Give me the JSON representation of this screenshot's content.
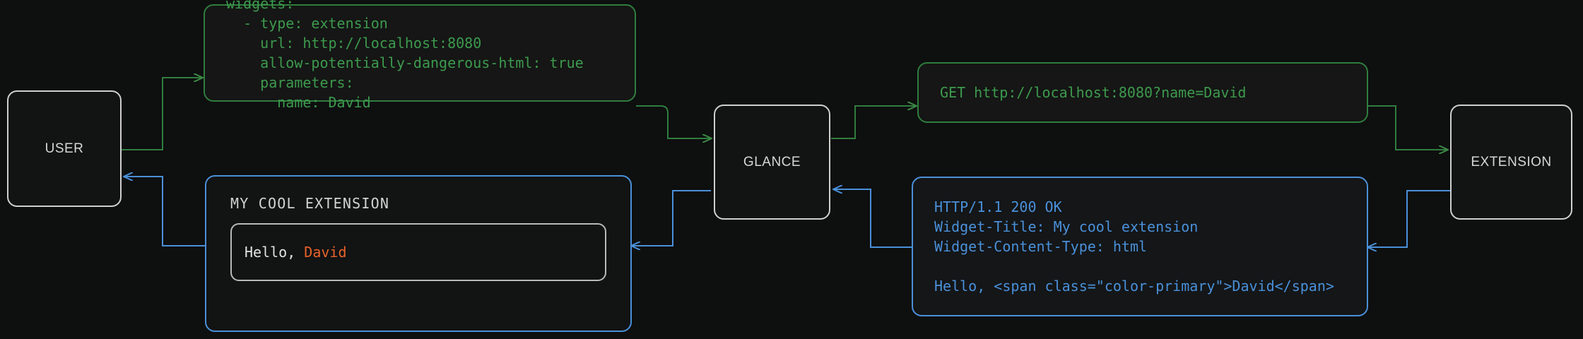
{
  "diagram": {
    "background_color": "#0e0f0f",
    "request_color": "#3d9a4e",
    "response_color": "#4a90d9",
    "node_color": "#cfcfcf",
    "accent_color": "#e8622a",
    "nodes": {
      "user": "USER",
      "glance": "GLANCE",
      "extension": "EXTENSION"
    },
    "config_box": {
      "lines": [
        "widgets:",
        "  - type: extension",
        "    url: http://localhost:8080",
        "    allow-potentially-dangerous-html: true",
        "    parameters:",
        "      name: David"
      ]
    },
    "request_box": {
      "lines": [
        "GET http://localhost:8080?name=David"
      ]
    },
    "response_box": {
      "lines": [
        "HTTP/1.1 200 OK",
        "Widget-Title: My cool extension",
        "Widget-Content-Type: html",
        "",
        "Hello, <span class=\"color-primary\">David</span>"
      ]
    },
    "widget_preview": {
      "title": "MY COOL EXTENSION",
      "greeting": "Hello, ",
      "name": "David"
    }
  }
}
